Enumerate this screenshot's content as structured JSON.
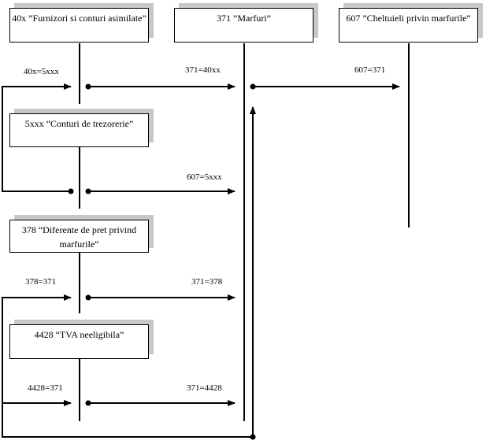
{
  "accounts": {
    "furnizori": "40x ”Furnizori si conturi asimilate”",
    "marfuri": "371 ”Marfuri”",
    "cheltuieli": "607 ”Cheltuieli privin marfurile”",
    "trezorerie": "5xxx “Conturi de trezorerie”",
    "diferente": "378 “Diferente de pret privind marfurile”",
    "tva": "4428 “TVA neeligibila”"
  },
  "entries": {
    "e1_left": "40x=5xxx",
    "e1_right": "371=40xx",
    "e_607": "607=371",
    "e2_right": "607=5xxx",
    "e3_left": "378=371",
    "e3_right": "371=378",
    "e4_left": "4428=371",
    "e4_right": "371=4428"
  }
}
